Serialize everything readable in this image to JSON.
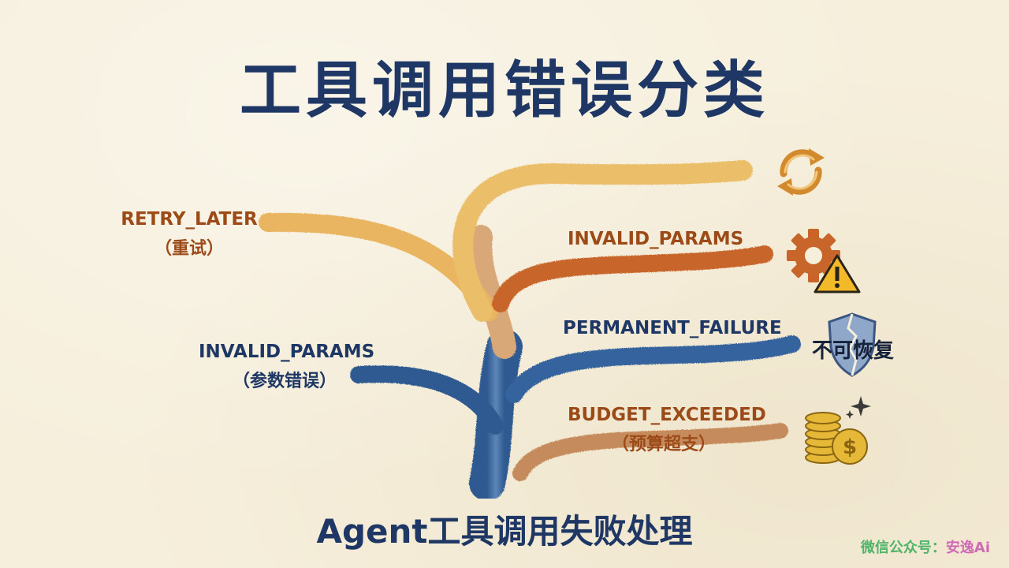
{
  "title": "工具调用错误分类",
  "subtitle": "Agent工具调用失败处理",
  "branches": {
    "retry_later": {
      "label": "RETRY_LATER",
      "note": "（重试）"
    },
    "invalid_params_right": {
      "label": "INVALID_PARAMS"
    },
    "invalid_params_left": {
      "label": "INVALID_PARAMS",
      "note": "（参数错误）"
    },
    "permanent_failure": {
      "label": "PERMANENT_FAILURE",
      "badge": "不可恢复"
    },
    "budget_exceeded": {
      "label": "BUDGET_EXCEEDED",
      "note": "（预算超支）"
    }
  },
  "icons": {
    "retry": "refresh-arrows-icon",
    "invalid": "gear-warning-icon",
    "permanent": "broken-shield-icon",
    "budget": "coins-dollar-icon"
  },
  "colors": {
    "title": "#1e3764",
    "orange_label": "#9c4a18",
    "blue_label": "#1e3764",
    "branch_gold": "#e9b561",
    "branch_rust": "#c7652a",
    "branch_blue": "#2e5a91",
    "branch_tan": "#c68b5c"
  },
  "watermark": {
    "prefix": "微信公众号：",
    "brand": "安逸Ai"
  }
}
